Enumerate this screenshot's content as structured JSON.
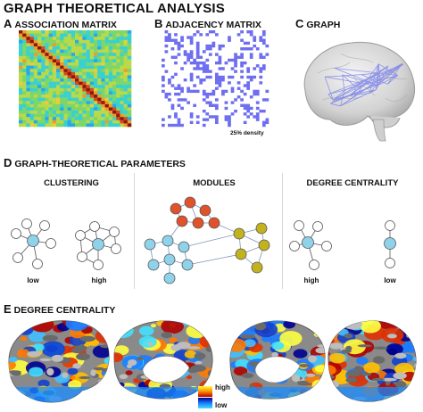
{
  "title": "GRAPH THEORETICAL ANALYSIS",
  "panels": {
    "a": {
      "letter": "A",
      "label": "ASSOCIATION MATRIX"
    },
    "b": {
      "letter": "B",
      "label": "ADJACENCY MATRIX",
      "density_label": "25% density"
    },
    "c": {
      "letter": "C",
      "label": "GRAPH"
    },
    "d": {
      "letter": "D",
      "label": "GRAPH-THEORETICAL PARAMETERS",
      "clustering": {
        "title": "CLUSTERING",
        "low": "low",
        "high": "high"
      },
      "modules": {
        "title": "MODULES"
      },
      "degree": {
        "title": "DEGREE CENTRALITY",
        "high": "high",
        "low": "low"
      }
    },
    "e": {
      "letter": "E",
      "label": "DEGREE CENTRALITY",
      "legend_high": "high",
      "legend_low": "low"
    }
  },
  "colors": {
    "cyan_node": "#8fd3ea",
    "white_node": "#ffffff",
    "red_node": "#e0522b",
    "olive_node": "#c2b31e",
    "adjacency": "#6e6ef0",
    "brain_gray": "#8a8a8a"
  }
}
